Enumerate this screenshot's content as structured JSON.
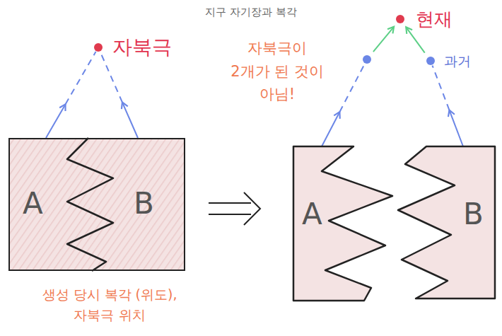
{
  "diagram": {
    "title": "지구 자기장과 복각",
    "nodes": [
      {
        "text": [
          "A",
          "B"
        ]
      },
      {
        "text": [
          "자북극"
        ]
      },
      {
        "text": [
          "A"
        ]
      },
      {
        "text": [
          "B"
        ]
      },
      {
        "text": [
          "현재"
        ]
      },
      {
        "text": [
          "과거"
        ]
      }
    ],
    "edges": [
      {
        "from": 0,
        "to": 1,
        "arrow": "to"
      },
      {
        "from": 0,
        "to": 1,
        "arrow": "to"
      },
      {
        "from": 3,
        "to": 5,
        "arrow": "to"
      },
      {
        "from": 5,
        "to": 4,
        "arrow": "to"
      }
    ],
    "labels": [
      "자북극이 2개가 된 것이 아님!",
      "생성 당시 복각 (위도), 자북극 위치"
    ]
  }
}
